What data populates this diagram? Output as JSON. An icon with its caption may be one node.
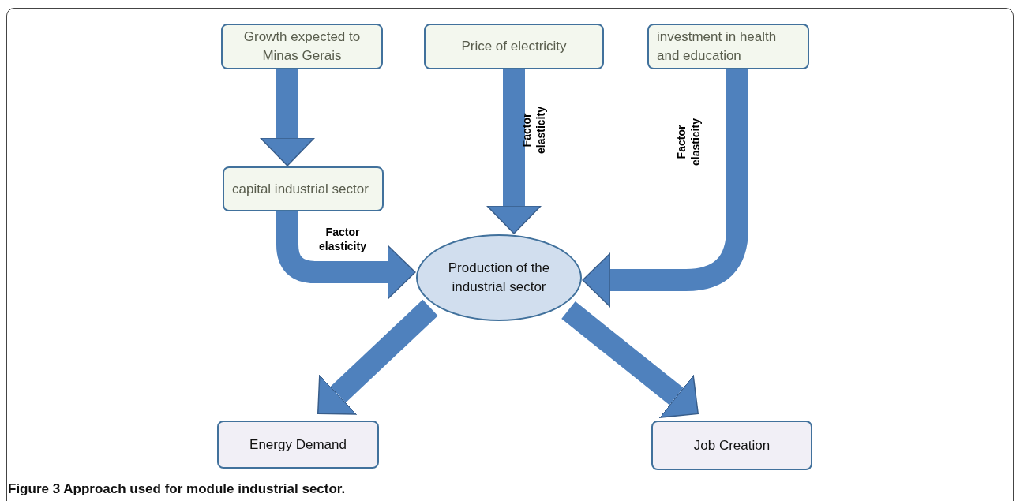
{
  "diagram": {
    "caption": "Figure 3 Approach used for module industrial sector.",
    "nodes": [
      {
        "text": [
          "Growth expected to Minas Gerais"
        ]
      },
      {
        "text": [
          "Price of electricity"
        ]
      },
      {
        "text": [
          "investment in health and education"
        ]
      },
      {
        "text": [
          "capital industrial sector"
        ]
      },
      {
        "text": [
          "Production of the industrial sector"
        ]
      },
      {
        "text": [
          "Energy Demand"
        ]
      },
      {
        "text": [
          "Job Creation"
        ]
      }
    ],
    "edges": [
      {
        "from": 0,
        "to": 3,
        "arrow": "to"
      },
      {
        "from": 1,
        "to": 4,
        "arrow": "to",
        "label": "Factor elasticity"
      },
      {
        "from": 2,
        "to": 4,
        "arrow": "to",
        "label": "Factor elasticity"
      },
      {
        "from": 3,
        "to": 4,
        "arrow": "to",
        "label": "Factor elasticity"
      },
      {
        "from": 4,
        "to": 5,
        "arrow": "to"
      },
      {
        "from": 4,
        "to": 6,
        "arrow": "to"
      }
    ]
  }
}
